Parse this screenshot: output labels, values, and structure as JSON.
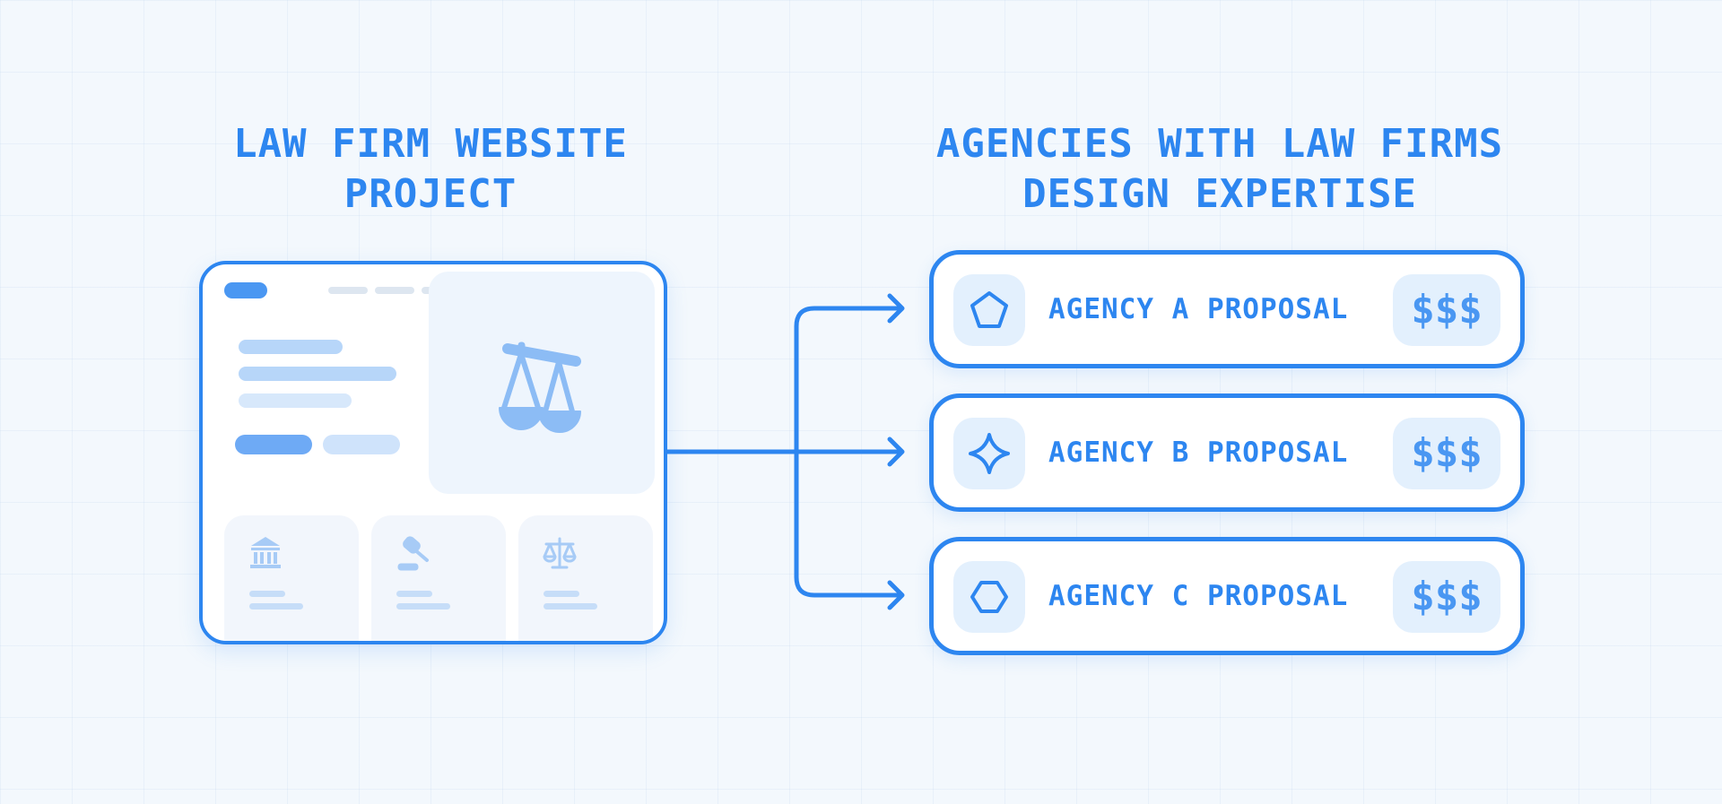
{
  "left_heading": {
    "line1": "LAW FIRM WEBSITE",
    "line2": "PROJECT"
  },
  "right_heading": {
    "line1": "AGENCIES WITH LAW FIRMS",
    "line2": "DESIGN EXPERTISE"
  },
  "agencies": [
    {
      "label": "AGENCY A PROPOSAL",
      "price": "$$$",
      "icon": "pentagon-icon"
    },
    {
      "label": "AGENCY B PROPOSAL",
      "price": "$$$",
      "icon": "sparkle-icon"
    },
    {
      "label": "AGENCY C PROPOSAL",
      "price": "$$$",
      "icon": "hexagon-icon"
    }
  ],
  "mockup_icons": [
    "scales-of-justice-icon",
    "courthouse-icon",
    "gavel-icon",
    "scales-icon"
  ],
  "colors": {
    "accent": "#2d86f0",
    "accent_light": "#e3f0fd",
    "background": "#f3f8fd"
  }
}
